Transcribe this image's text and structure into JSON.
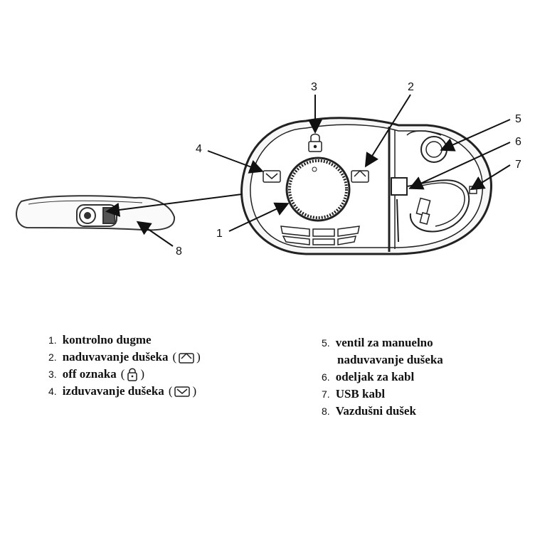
{
  "callouts": [
    "1",
    "2",
    "3",
    "4",
    "5",
    "6",
    "7",
    "8"
  ],
  "legend_left": [
    {
      "num": "1.",
      "text": "kontrolno dugme",
      "icon": null
    },
    {
      "num": "2.",
      "text": "naduvavanje dušeka",
      "icon": "inflate-icon"
    },
    {
      "num": "3.",
      "text": "off oznaka",
      "icon": "lock-icon"
    },
    {
      "num": "4.",
      "text": "izduvavanje dušeka",
      "icon": "deflate-icon"
    }
  ],
  "legend_right": [
    {
      "num": "5.",
      "text": "ventil za manuelno",
      "cont": "naduvavanje dušeka"
    },
    {
      "num": "6.",
      "text": "odeljak za kabl"
    },
    {
      "num": "7.",
      "text": "USB kabl"
    },
    {
      "num": "8.",
      "text": "Vazdušni dušek"
    }
  ],
  "paren_open": "(",
  "paren_close": ")"
}
